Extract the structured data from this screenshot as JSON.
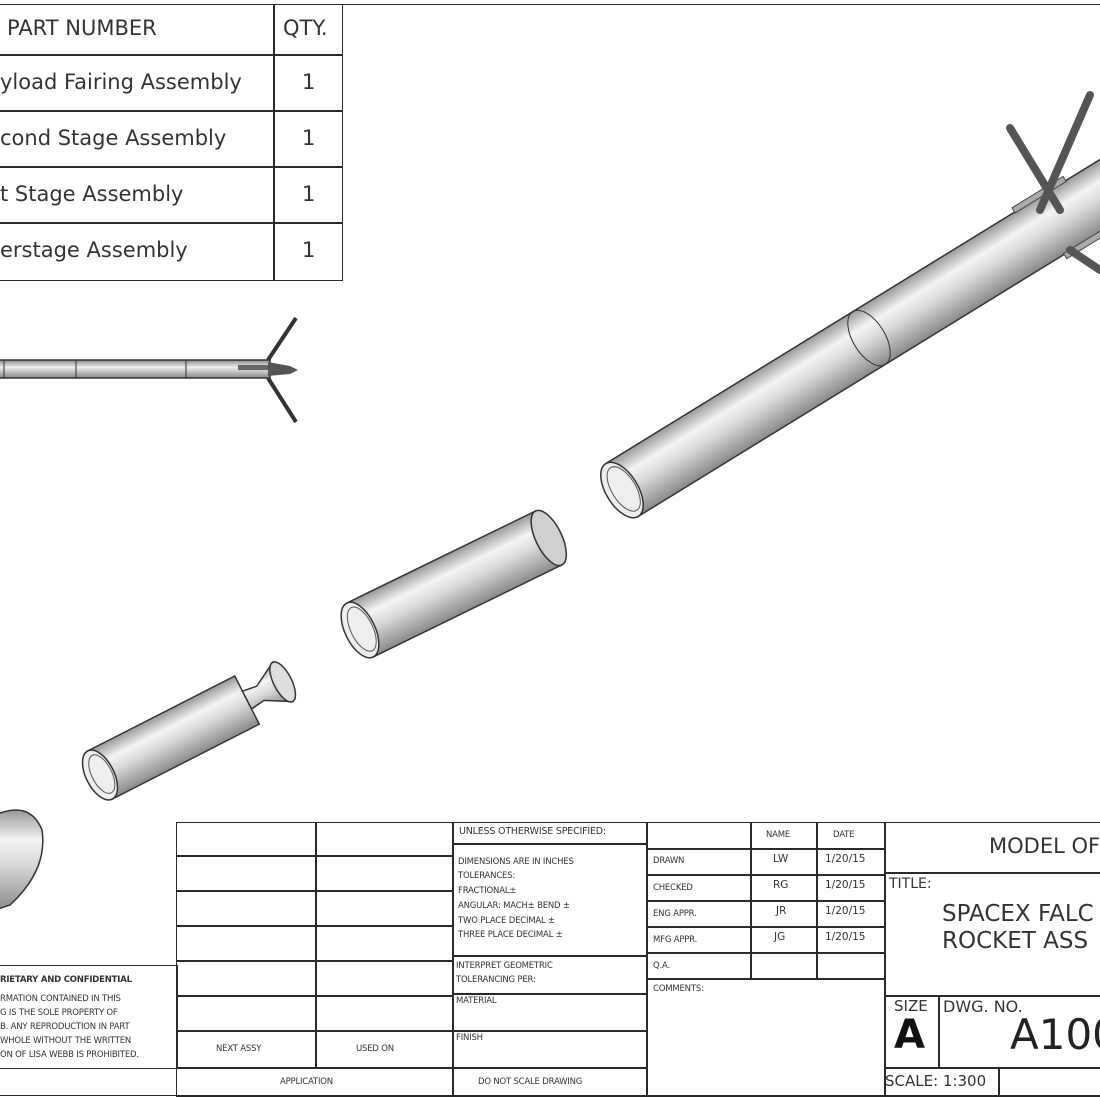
{
  "bom": {
    "headers": {
      "part_number": "PART NUMBER",
      "qty": "QTY."
    },
    "rows": [
      {
        "part": "yload Fairing Assembly",
        "qty": "1"
      },
      {
        "part": "cond Stage Assembly",
        "qty": "1"
      },
      {
        "part": "t Stage Assembly",
        "qty": "1"
      },
      {
        "part": "erstage Assembly",
        "qty": "1"
      }
    ]
  },
  "proprietary": {
    "heading": "RIETARY AND CONFIDENTIAL",
    "lines": [
      "RMATION CONTAINED IN THIS",
      "G IS THE SOLE PROPERTY OF",
      "B.  ANY REPRODUCTION IN PART",
      "WHOLE WITHOUT THE WRITTEN",
      "ON OF LISA WEBB IS PROHIBITED."
    ]
  },
  "application": {
    "next_assy": "NEXT ASSY",
    "used_on": "USED ON",
    "label": "APPLICATION"
  },
  "tolerances": {
    "unless": "UNLESS OTHERWISE SPECIFIED:",
    "lines": [
      "DIMENSIONS ARE IN INCHES",
      "TOLERANCES:",
      "FRACTIONAL±",
      "ANGULAR: MACH±    BEND ±",
      "TWO PLACE DECIMAL    ±",
      "THREE PLACE DECIMAL  ±"
    ],
    "interpret": [
      "INTERPRET GEOMETRIC",
      "TOLERANCING PER:"
    ],
    "material": "MATERIAL",
    "finish": "FINISH",
    "do_not_scale": "DO NOT SCALE DRAWING"
  },
  "approvals": {
    "headers": {
      "name": "NAME",
      "date": "DATE"
    },
    "rows": [
      {
        "role": "DRAWN",
        "name": "LW",
        "date": "1/20/15"
      },
      {
        "role": "CHECKED",
        "name": "RG",
        "date": "1/20/15"
      },
      {
        "role": "ENG APPR.",
        "name": "JR",
        "date": "1/20/15"
      },
      {
        "role": "MFG APPR.",
        "name": "JG",
        "date": "1/20/15"
      },
      {
        "role": "Q.A.",
        "name": "",
        "date": ""
      }
    ],
    "comments": "COMMENTS:"
  },
  "title_block": {
    "model_of": "MODEL OF",
    "title_label": "TITLE:",
    "title_lines": [
      "SPACEX FALC",
      "ROCKET ASS"
    ],
    "size_label": "SIZE",
    "size": "A",
    "dwg_no_label": "DWG.  NO.",
    "dwg_no": "A100",
    "scale": "SCALE: 1:300"
  }
}
